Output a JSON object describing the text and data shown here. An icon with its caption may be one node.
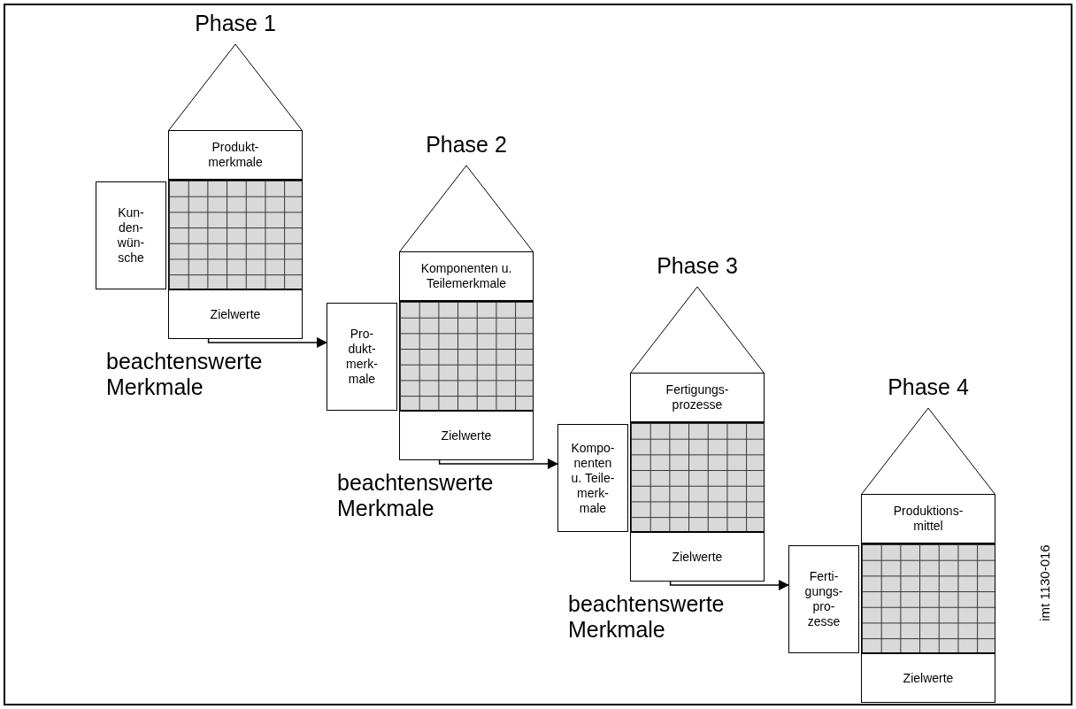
{
  "diagram": {
    "nodes": [
      {
        "text": [
          "Phase 1"
        ]
      },
      {
        "text": [
          "Produkt- merkmale"
        ]
      },
      {
        "text": [
          "Kun- den- wün- sche"
        ]
      },
      {
        "text": [],
        "shape": "box"
      },
      {
        "text": [
          "Zielwerte"
        ]
      },
      {
        "text": [
          "Phase 2"
        ]
      },
      {
        "text": [
          "Komponenten u. Teilemerkmale"
        ]
      },
      {
        "text": [
          "Pro- dukt- merk- male"
        ]
      },
      {
        "text": [],
        "shape": "box"
      },
      {
        "text": [
          "Zielwerte"
        ]
      },
      {
        "text": [
          "Phase 3"
        ]
      },
      {
        "text": [
          "Fertigungs- prozesse"
        ]
      },
      {
        "text": [
          "Kompo- nenten u. Teile- merk- male"
        ]
      },
      {
        "text": [],
        "shape": "box"
      },
      {
        "text": [
          "Zielwerte"
        ]
      },
      {
        "text": [
          "Phase 4"
        ]
      },
      {
        "text": [
          "Produktions- mittel"
        ]
      },
      {
        "text": [
          "Ferti- gungs- pro- zesse"
        ]
      },
      {
        "text": [],
        "shape": "box"
      },
      {
        "text": [
          "Zielwerte"
        ]
      }
    ],
    "edges": [
      {
        "from": 4,
        "to": 7,
        "arrow": "to",
        "label": "beachtenswerte Merkmale"
      },
      {
        "from": 9,
        "to": 12,
        "arrow": "to",
        "label": "beachtenswerte Merkmale"
      },
      {
        "from": 14,
        "to": 17,
        "arrow": "to",
        "label": "beachtenswerte Merkmale"
      }
    ],
    "labels": [
      "imt 1130-016"
    ]
  }
}
